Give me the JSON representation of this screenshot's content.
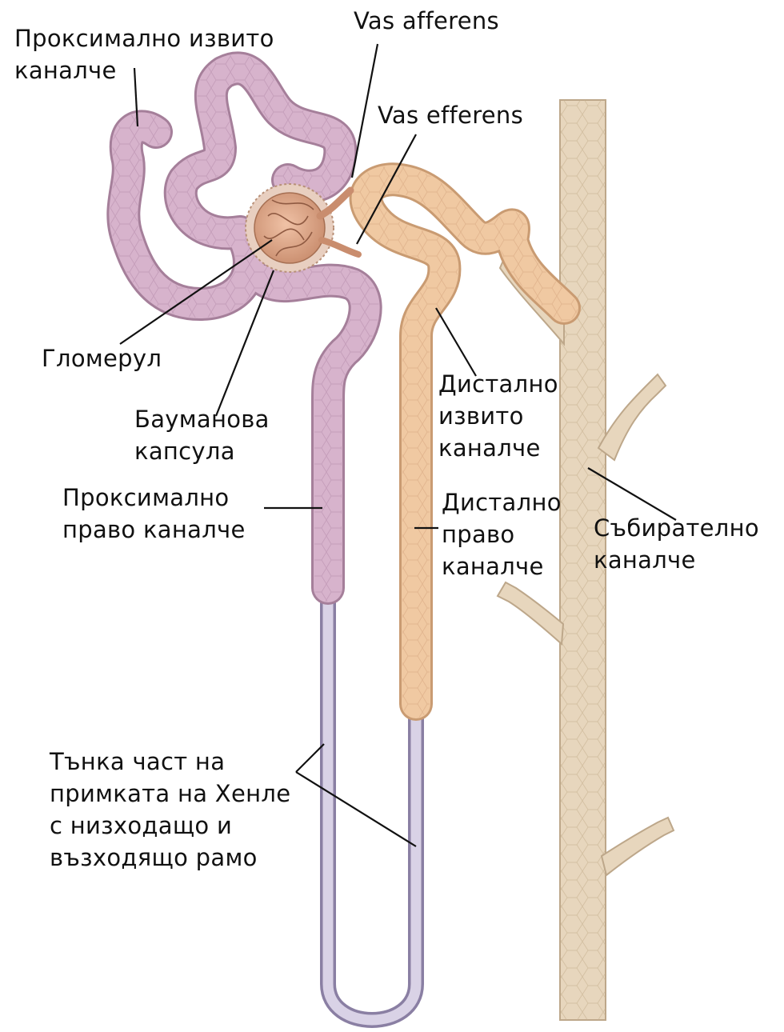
{
  "labels": {
    "proximal_convoluted": [
      "Проксимално извито",
      "каналче"
    ],
    "vas_afferens": [
      "Vas afferens"
    ],
    "vas_efferens": [
      "Vas efferens"
    ],
    "glomerulus": [
      "Гломерул"
    ],
    "bowman_capsule": [
      "Бауманова",
      "капсула"
    ],
    "distal_convoluted": [
      "Дистално",
      "извито",
      "каналче"
    ],
    "proximal_straight": [
      "Проксимално",
      "право каналче"
    ],
    "distal_straight": [
      "Дистално",
      "право",
      "каналче"
    ],
    "collecting_duct": [
      "Събирателно",
      "каналче"
    ],
    "henle_thin": [
      "Тънка част на",
      "примката на Хенле",
      "с низходащо и",
      "възходящо рамо"
    ]
  },
  "colors": {
    "proximal_tubule": "#d7b3cc",
    "proximal_outline": "#a57f9a",
    "glomerulus": "#d9a58a",
    "bowman_capsule": "#e8cfc0",
    "distal_tubule": "#f0c9a2",
    "distal_outline": "#c99b72",
    "collecting_duct": "#e7d6bd",
    "collecting_outline": "#bda78a",
    "henle_loop": "#c6bed6",
    "henle_outline": "#8a7fa3",
    "leader_line": "#111111"
  }
}
